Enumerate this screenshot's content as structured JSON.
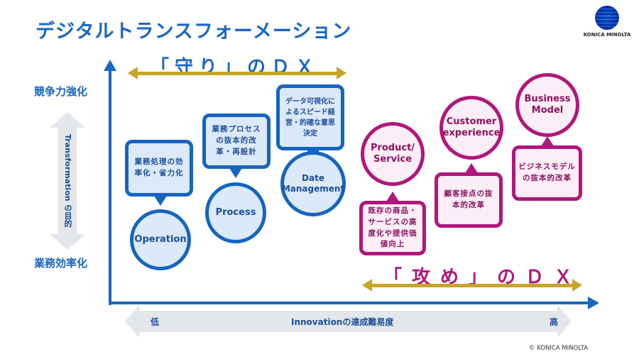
{
  "title": "デジタルトランスフォーメーション",
  "logo": {
    "text": "KONICA MINOLTA"
  },
  "y_axis": {
    "top_label": "競争力強化",
    "bottom_label": "業務効率化",
    "arrow_label": "Transformation の目的"
  },
  "x_axis": {
    "arrow_label": "Innovationの達成難易度",
    "low": "低",
    "high": "高"
  },
  "defense": {
    "label": "「守り」のＤＸ"
  },
  "offense": {
    "label": "「攻め」のＤＸ"
  },
  "blue_items": [
    {
      "circle": "Operation",
      "box": "業務処理の効率化・省力化"
    },
    {
      "circle": "Process",
      "box": "業務プロセスの抜本的改革・再設計"
    },
    {
      "circle": "Date Management",
      "box": "データ可視化によるスピード経営・的確な意思決定"
    }
  ],
  "magenta_items": [
    {
      "circle": "Product/ Service",
      "box": "既存の商品・サービスの高度化や提供価値向上"
    },
    {
      "circle": "Customer experience",
      "box": "顧客接点の抜本的改革"
    },
    {
      "circle": "Business Model",
      "box": "ビジネスモデルの抜本的改革"
    }
  ],
  "copyright": "© KONICA MINOLTA",
  "colors": {
    "blue": "#1565c0",
    "magenta": "#b0167b",
    "gold": "#c6a62a"
  }
}
